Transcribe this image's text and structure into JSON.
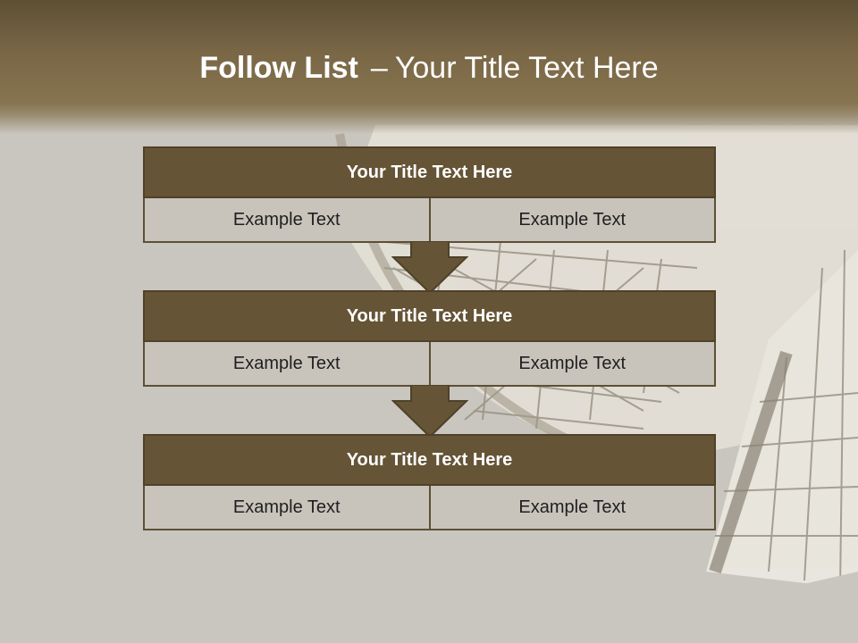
{
  "slide": {
    "title_bold": "Follow List",
    "title_dash": "–",
    "title_rest": "Your Title Text Here"
  },
  "blocks": [
    {
      "title": "Your Title Text Here",
      "cells": [
        "Example Text",
        "Example Text"
      ]
    },
    {
      "title": "Your Title Text Here",
      "cells": [
        "Example Text",
        "Example Text"
      ]
    },
    {
      "title": "Your Title Text Here",
      "cells": [
        "Example Text",
        "Example Text"
      ]
    }
  ],
  "colors": {
    "header": "#7a6746",
    "block_title": "#665437",
    "cell": "#c8c4bb",
    "background": "#c9c6bf"
  },
  "icons": [
    "down-arrow-icon",
    "down-arrow-icon"
  ]
}
